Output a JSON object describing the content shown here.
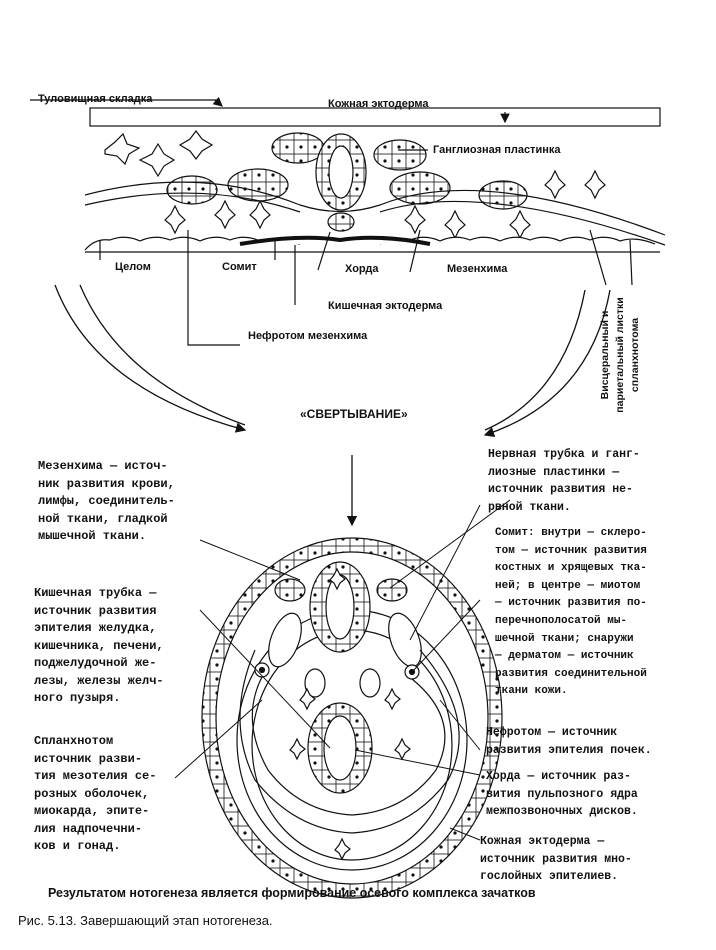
{
  "top_labels": {
    "trunk_fold": "Туловищная складка",
    "skin_ectoderm": "Кожная эктодерма",
    "ganglion_plate": "Ганглиозная пластинка",
    "coelom": "Целом",
    "somite": "Сомит",
    "chorda": "Хорда",
    "mesenchyme": "Мезенхима",
    "gut_ectoderm": "Кишечная эктодерма",
    "nephrotome": "Нефротом мезенхима",
    "splanchnotome_leaves": "Висцеральный и\nпариетальный листки\nспланхнотома"
  },
  "folding_label": "«СВЕРТЫВАНИЕ»",
  "descriptions": {
    "mesenchyme": "Мезенхима — источ-\nник развития крови,\nлимфы, соединитель-\nной ткани, гладкой\nмышечной ткани.",
    "gut_tube": "Кишечная трубка —\nисточник развития\nэпителия желудка,\nкишечника, печени,\nподжелудочной же-\nлезы, железы желч-\nного пузыря.",
    "splanchnotome": "Спланхнотом\nисточник разви-\nтия мезотелия се-\nрозных оболочек,\nмиокарда, эпите-\nлия надпочечни-\nков и гонад.",
    "neural_tube": "Нервная трубка и ганг-\nлиозные пластинки —\nисточник развития не-\nрвной ткани.",
    "somite": "Сомит: внутри — склеро-\nтом — источник развития\nкостных и хрящевых тка-\nней; в центре — миотом\n— источник развития по-\nперечнополосатой мы-\nшечной ткани; снаружи\n— дерматом — источник\nразвития соединительной\nткани кожи.",
    "nephrotome": "Нефротом — источник\nразвития эпителия почек.",
    "chorda": "Хорда — источник раз-\nвития пульпозного ядра\nмежпозвоночных дисков.",
    "skin": "Кожная эктодерма —\nисточник развития мно-\nгослойных эпителиев."
  },
  "result_text": "Результатом нотогенеза является формирование осевого комплекса зачатков",
  "caption": "Рис. 5.13. Завершающий этап нотогенеза."
}
